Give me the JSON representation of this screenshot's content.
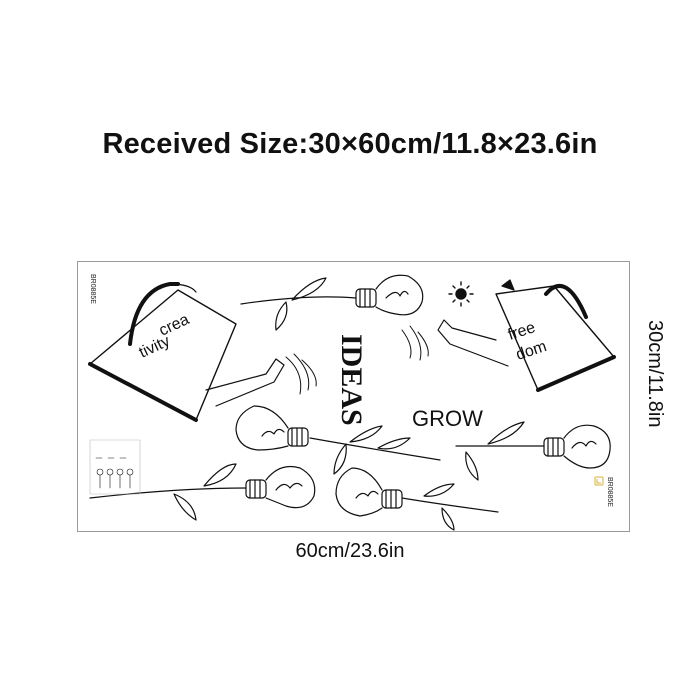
{
  "header": {
    "received_size": "Received Size:30×60cm/11.8×23.6in"
  },
  "sheet": {
    "product_code_left": "BR0885E",
    "product_code_right": "BR0885E",
    "decals": {
      "left_can_text_1": "crea",
      "left_can_text_2": "tivity",
      "right_can_text_1": "free",
      "right_can_text_2": "dom",
      "ideas_text": "IDEAS",
      "grow_text": "GROW"
    }
  },
  "dimensions": {
    "width_label": "60cm/23.6in",
    "height_label": "30cm/11.8in"
  },
  "colors": {
    "ink": "#111111",
    "border": "#9a9a9a",
    "logo_accent": "#d7b23c"
  }
}
